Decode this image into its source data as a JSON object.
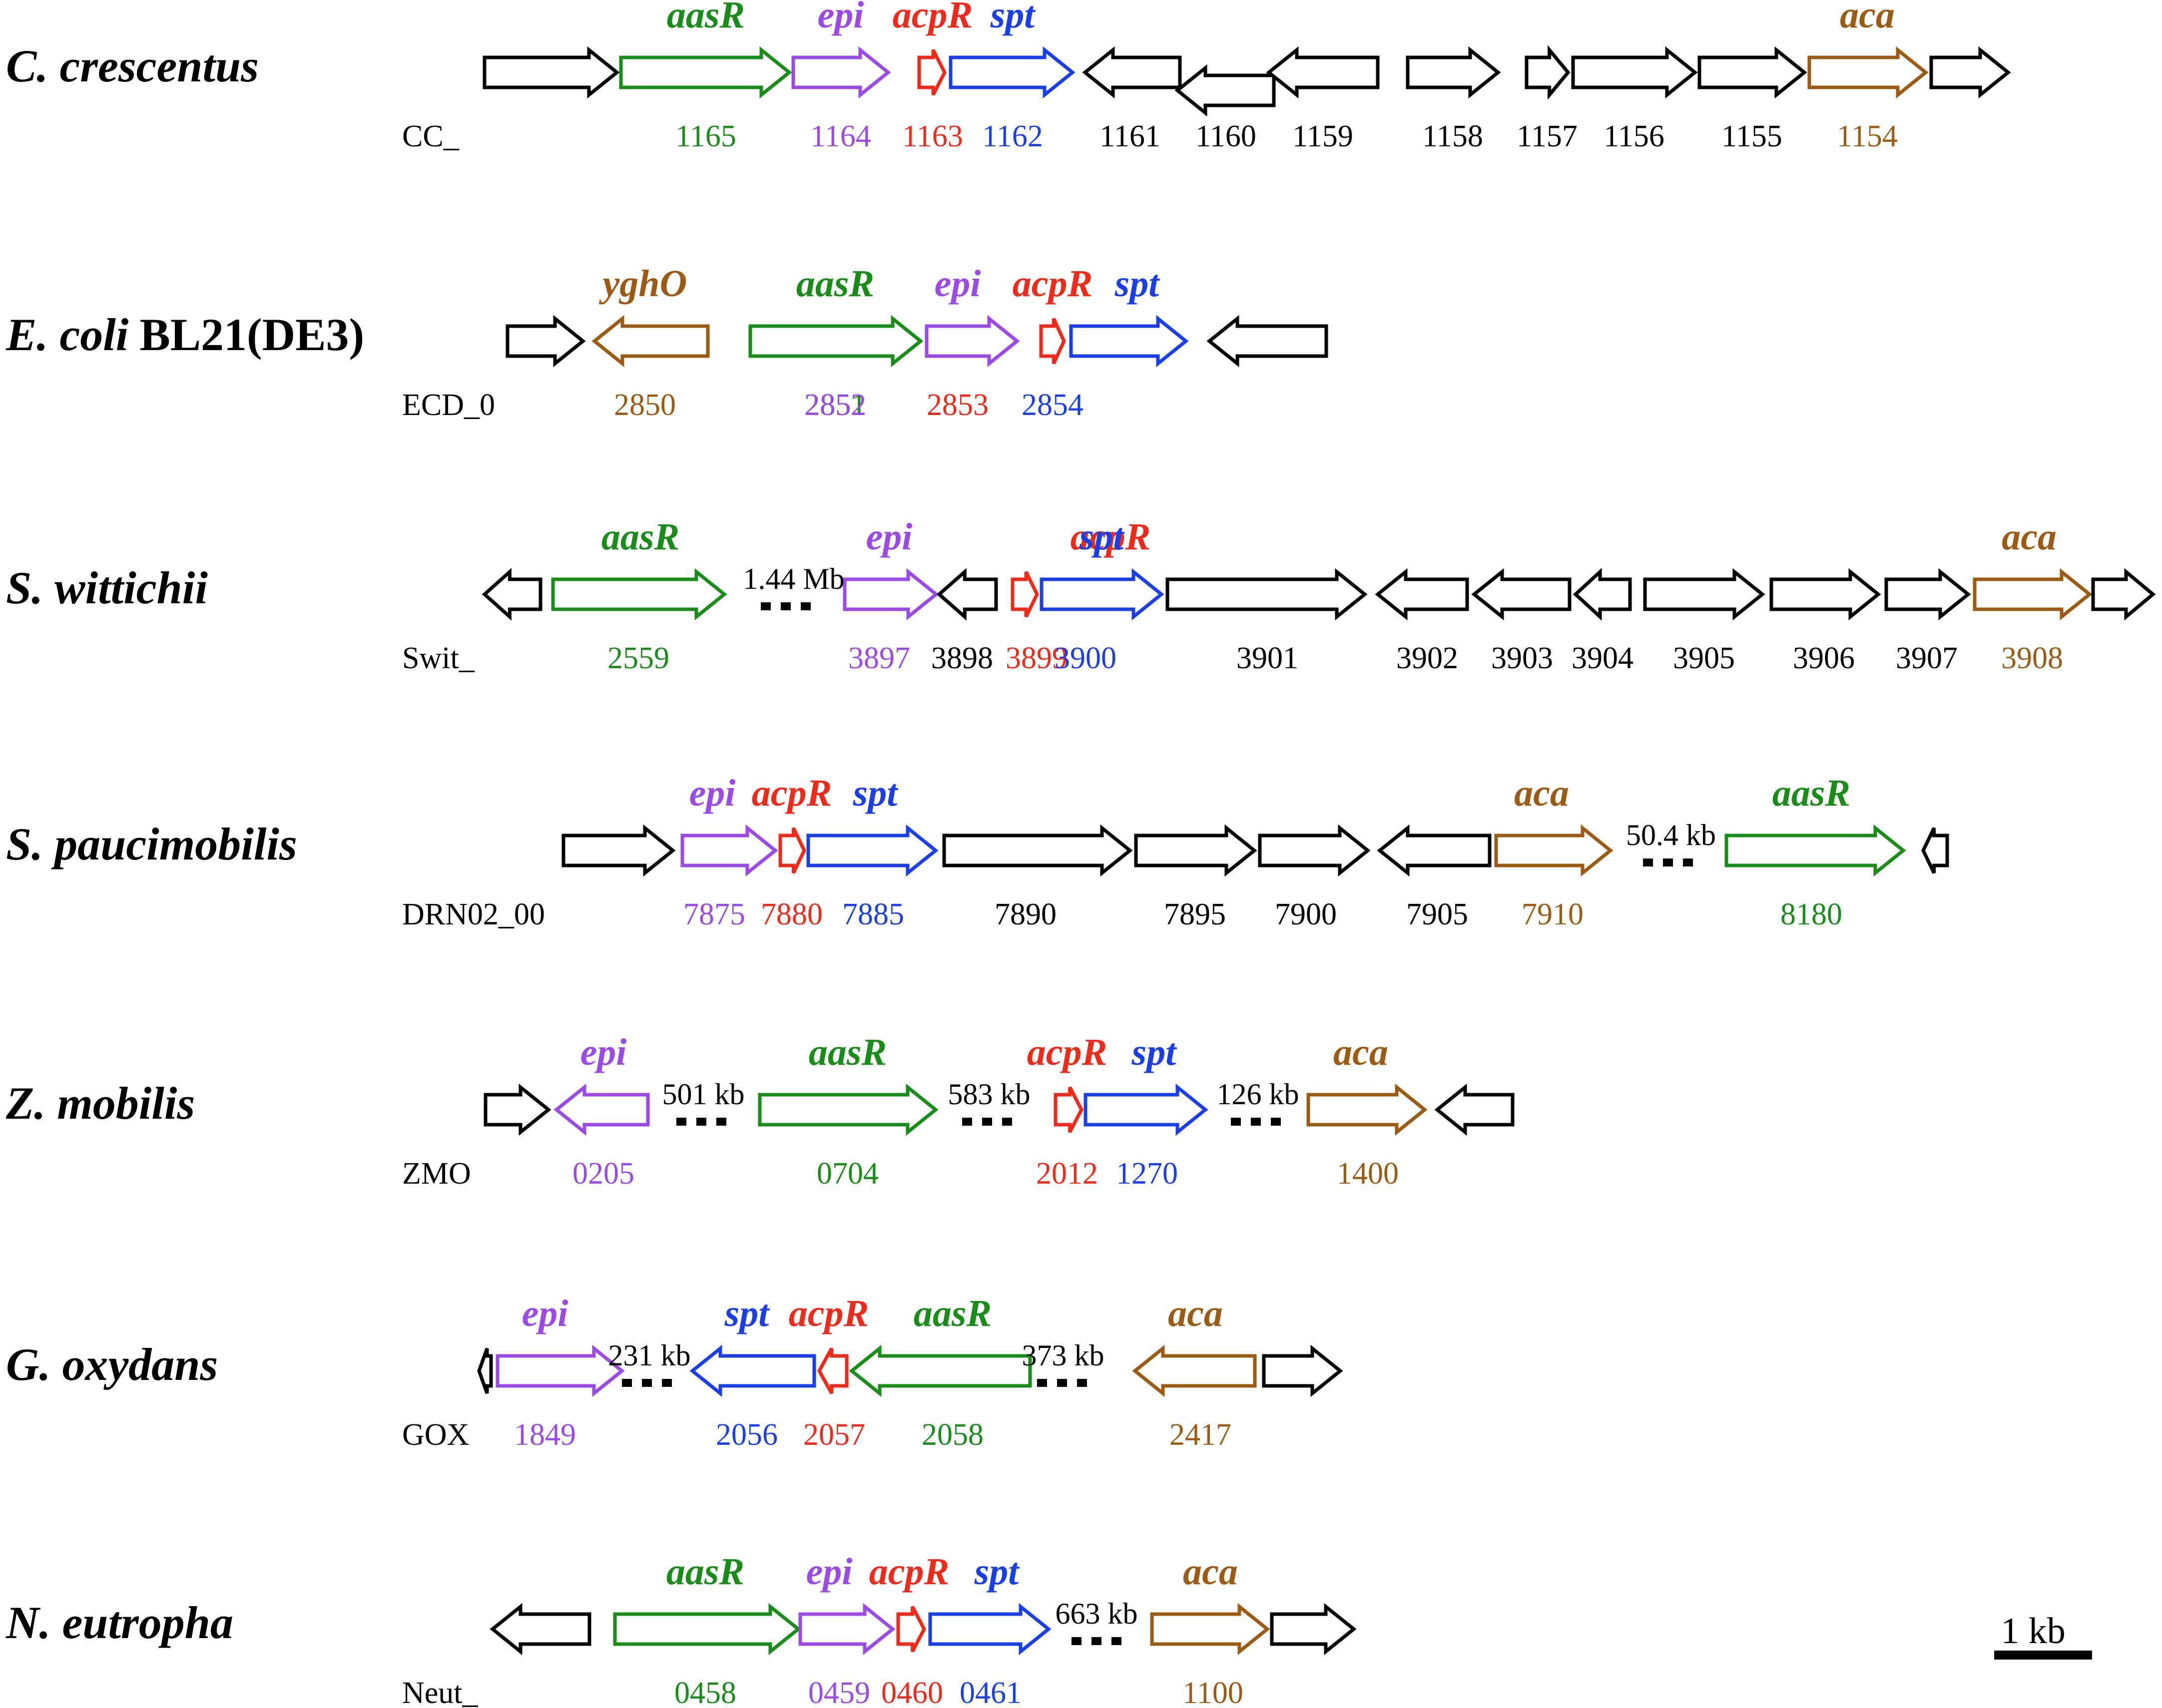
{
  "colors": {
    "aasR": "#1a8c1a",
    "epi": "#9b4ae6",
    "acpR": "#ee2a1a",
    "spt": "#1a3fe6",
    "aca": "#9c5b14",
    "other": "#000000"
  },
  "scale_bar": {
    "label": "1 kb"
  },
  "organisms": [
    {
      "name": "C. crescentus",
      "name_suffix": "",
      "prefix": "CC_",
      "genes": [
        {
          "num": "",
          "cls": "other",
          "dir": 1
        },
        {
          "num": "1165",
          "gene": "aasR",
          "cls": "aasR",
          "dir": 1
        },
        {
          "num": "1164",
          "gene": "epi",
          "cls": "epi",
          "dir": 1
        },
        {
          "num": "1163",
          "gene": "acpR",
          "cls": "acpR",
          "dir": 1
        },
        {
          "num": "1162",
          "gene": "spt",
          "cls": "spt",
          "dir": 1
        },
        {
          "num": "1161",
          "cls": "other",
          "dir": -1
        },
        {
          "num": "1160",
          "cls": "other",
          "dir": -1
        },
        {
          "num": "1159",
          "cls": "other",
          "dir": -1
        },
        {
          "num": "1158",
          "cls": "other",
          "dir": 1
        },
        {
          "num": "1157",
          "cls": "other",
          "dir": 1
        },
        {
          "num": "1156",
          "cls": "other",
          "dir": 1
        },
        {
          "num": "1155",
          "cls": "other",
          "dir": 1
        },
        {
          "num": "1154",
          "gene": "aca",
          "cls": "aca",
          "dir": 1
        },
        {
          "num": "",
          "cls": "other",
          "dir": 1
        }
      ],
      "gaps": []
    },
    {
      "name": "E. coli",
      "name_suffix": "BL21(DE3)",
      "prefix": "ECD_0",
      "genes": [
        {
          "num": "",
          "cls": "other",
          "dir": 1
        },
        {
          "num": "2850",
          "gene": "yghO",
          "cls": "aca",
          "dir": -1
        },
        {
          "num": "2851",
          "gene": "aasR",
          "cls": "aasR",
          "dir": 1
        },
        {
          "num": "2852",
          "gene": "epi",
          "cls": "epi",
          "dir": 1
        },
        {
          "num": "2853",
          "gene": "acpR",
          "cls": "acpR",
          "dir": 1
        },
        {
          "num": "2854",
          "gene": "spt",
          "cls": "spt",
          "dir": 1
        },
        {
          "num": "",
          "cls": "other",
          "dir": -1
        }
      ],
      "gaps": []
    },
    {
      "name": "S. wittichii",
      "name_suffix": "",
      "prefix": "Swit_",
      "genes": [
        {
          "num": "",
          "cls": "other",
          "dir": -1
        },
        {
          "num": "2559",
          "gene": "aasR",
          "cls": "aasR",
          "dir": 1
        },
        {
          "num": "3897",
          "gene": "epi",
          "cls": "epi",
          "dir": 1
        },
        {
          "num": "3898",
          "cls": "other",
          "dir": -1
        },
        {
          "num": "3899",
          "gene": "acpR",
          "cls": "acpR",
          "dir": 1
        },
        {
          "num": "3900",
          "gene": "spt",
          "cls": "spt",
          "dir": 1
        },
        {
          "num": "3901",
          "cls": "other",
          "dir": 1
        },
        {
          "num": "3902",
          "cls": "other",
          "dir": -1
        },
        {
          "num": "3903",
          "cls": "other",
          "dir": -1
        },
        {
          "num": "3904",
          "cls": "other",
          "dir": -1
        },
        {
          "num": "3905",
          "cls": "other",
          "dir": 1
        },
        {
          "num": "3906",
          "cls": "other",
          "dir": 1
        },
        {
          "num": "3907",
          "cls": "other",
          "dir": 1
        },
        {
          "num": "3908",
          "gene": "aca",
          "cls": "aca",
          "dir": 1
        },
        {
          "num": "",
          "cls": "other",
          "dir": 1
        }
      ],
      "gaps": [
        {
          "label": "1.44 Mb"
        }
      ]
    },
    {
      "name": "S. paucimobilis",
      "name_suffix": "",
      "prefix": "DRN02_00",
      "genes": [
        {
          "num": "",
          "cls": "other",
          "dir": 1
        },
        {
          "num": "7875",
          "gene": "epi",
          "cls": "epi",
          "dir": 1
        },
        {
          "num": "7880",
          "gene": "acpR",
          "cls": "acpR",
          "dir": 1
        },
        {
          "num": "7885",
          "gene": "spt",
          "cls": "spt",
          "dir": 1
        },
        {
          "num": "7890",
          "cls": "other",
          "dir": 1
        },
        {
          "num": "7895",
          "cls": "other",
          "dir": 1
        },
        {
          "num": "7900",
          "cls": "other",
          "dir": 1
        },
        {
          "num": "7905",
          "cls": "other",
          "dir": -1
        },
        {
          "num": "7910",
          "gene": "aca",
          "cls": "aca",
          "dir": 1
        },
        {
          "num": "8180",
          "gene": "aasR",
          "cls": "aasR",
          "dir": 1
        },
        {
          "num": "",
          "cls": "other",
          "dir": -1
        }
      ],
      "gaps": [
        {
          "label": "50.4 kb"
        }
      ]
    },
    {
      "name": "Z. mobilis",
      "name_suffix": "",
      "prefix": "ZMO",
      "genes": [
        {
          "num": "",
          "cls": "other",
          "dir": 1
        },
        {
          "num": "0205",
          "gene": "epi",
          "cls": "epi",
          "dir": -1
        },
        {
          "num": "0704",
          "gene": "aasR",
          "cls": "aasR",
          "dir": 1
        },
        {
          "num": "2012",
          "gene": "acpR",
          "cls": "acpR",
          "dir": 1
        },
        {
          "num": "1270",
          "gene": "spt",
          "cls": "spt",
          "dir": 1
        },
        {
          "num": "1400",
          "gene": "aca",
          "cls": "aca",
          "dir": 1
        },
        {
          "num": "",
          "cls": "other",
          "dir": -1
        }
      ],
      "gaps": [
        {
          "label": "501 kb"
        },
        {
          "label": "583 kb"
        },
        {
          "label": "126 kb"
        }
      ]
    },
    {
      "name": "G. oxydans",
      "name_suffix": "",
      "prefix": "GOX",
      "genes": [
        {
          "num": "",
          "cls": "other",
          "dir": -1
        },
        {
          "num": "1849",
          "gene": "epi",
          "cls": "epi",
          "dir": 1
        },
        {
          "num": "2056",
          "gene": "spt",
          "cls": "spt",
          "dir": -1
        },
        {
          "num": "2057",
          "gene": "acpR",
          "cls": "acpR",
          "dir": -1
        },
        {
          "num": "2058",
          "gene": "aasR",
          "cls": "aasR",
          "dir": -1
        },
        {
          "num": "2417",
          "gene": "aca",
          "cls": "aca",
          "dir": -1
        },
        {
          "num": "",
          "cls": "other",
          "dir": 1
        }
      ],
      "gaps": [
        {
          "label": "231 kb"
        },
        {
          "label": "373 kb"
        }
      ]
    },
    {
      "name": "N. eutropha",
      "name_suffix": "",
      "prefix": "Neut_",
      "genes": [
        {
          "num": "",
          "cls": "other",
          "dir": -1
        },
        {
          "num": "0458",
          "gene": "aasR",
          "cls": "aasR",
          "dir": 1
        },
        {
          "num": "0459",
          "gene": "epi",
          "cls": "epi",
          "dir": 1
        },
        {
          "num": "0460",
          "gene": "acpR",
          "cls": "acpR",
          "dir": 1
        },
        {
          "num": "0461",
          "gene": "spt",
          "cls": "spt",
          "dir": 1
        },
        {
          "num": "1100",
          "gene": "aca",
          "cls": "aca",
          "dir": 1
        },
        {
          "num": "",
          "cls": "other",
          "dir": 1
        }
      ],
      "gaps": [
        {
          "label": "663 kb"
        }
      ]
    }
  ]
}
